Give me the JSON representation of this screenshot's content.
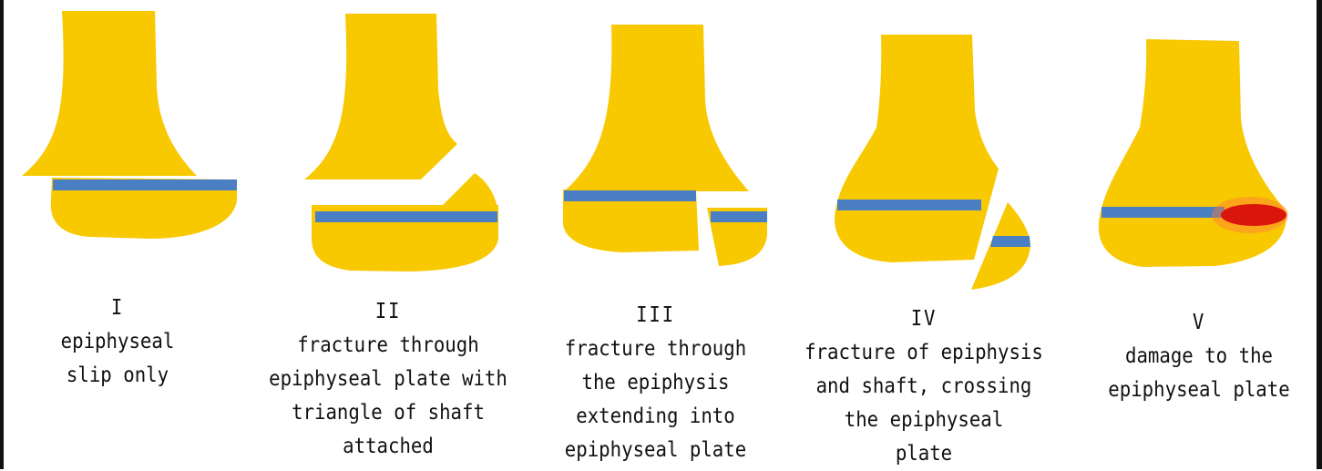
{
  "colors": {
    "bone": "#f8c801",
    "plate": "#4a7fc4",
    "damage": "#d9150c",
    "damage_glow": "#ff7a3a",
    "text": "#111111",
    "background": "#ffffff"
  },
  "types": [
    {
      "numeral": "I",
      "lines": [
        "epiphyseal",
        "slip only"
      ]
    },
    {
      "numeral": "II",
      "lines": [
        "fracture through",
        "epiphyseal plate with",
        "triangle of shaft",
        "attached"
      ]
    },
    {
      "numeral": "III",
      "lines": [
        "fracture through",
        "the epiphysis",
        "extending into",
        "epiphyseal plate"
      ]
    },
    {
      "numeral": "IV",
      "lines": [
        "fracture of epiphysis",
        "and shaft, crossing",
        "the epiphyseal",
        "plate"
      ]
    },
    {
      "numeral": "V",
      "lines": [
        "damage to the",
        "epiphyseal plate"
      ]
    }
  ]
}
